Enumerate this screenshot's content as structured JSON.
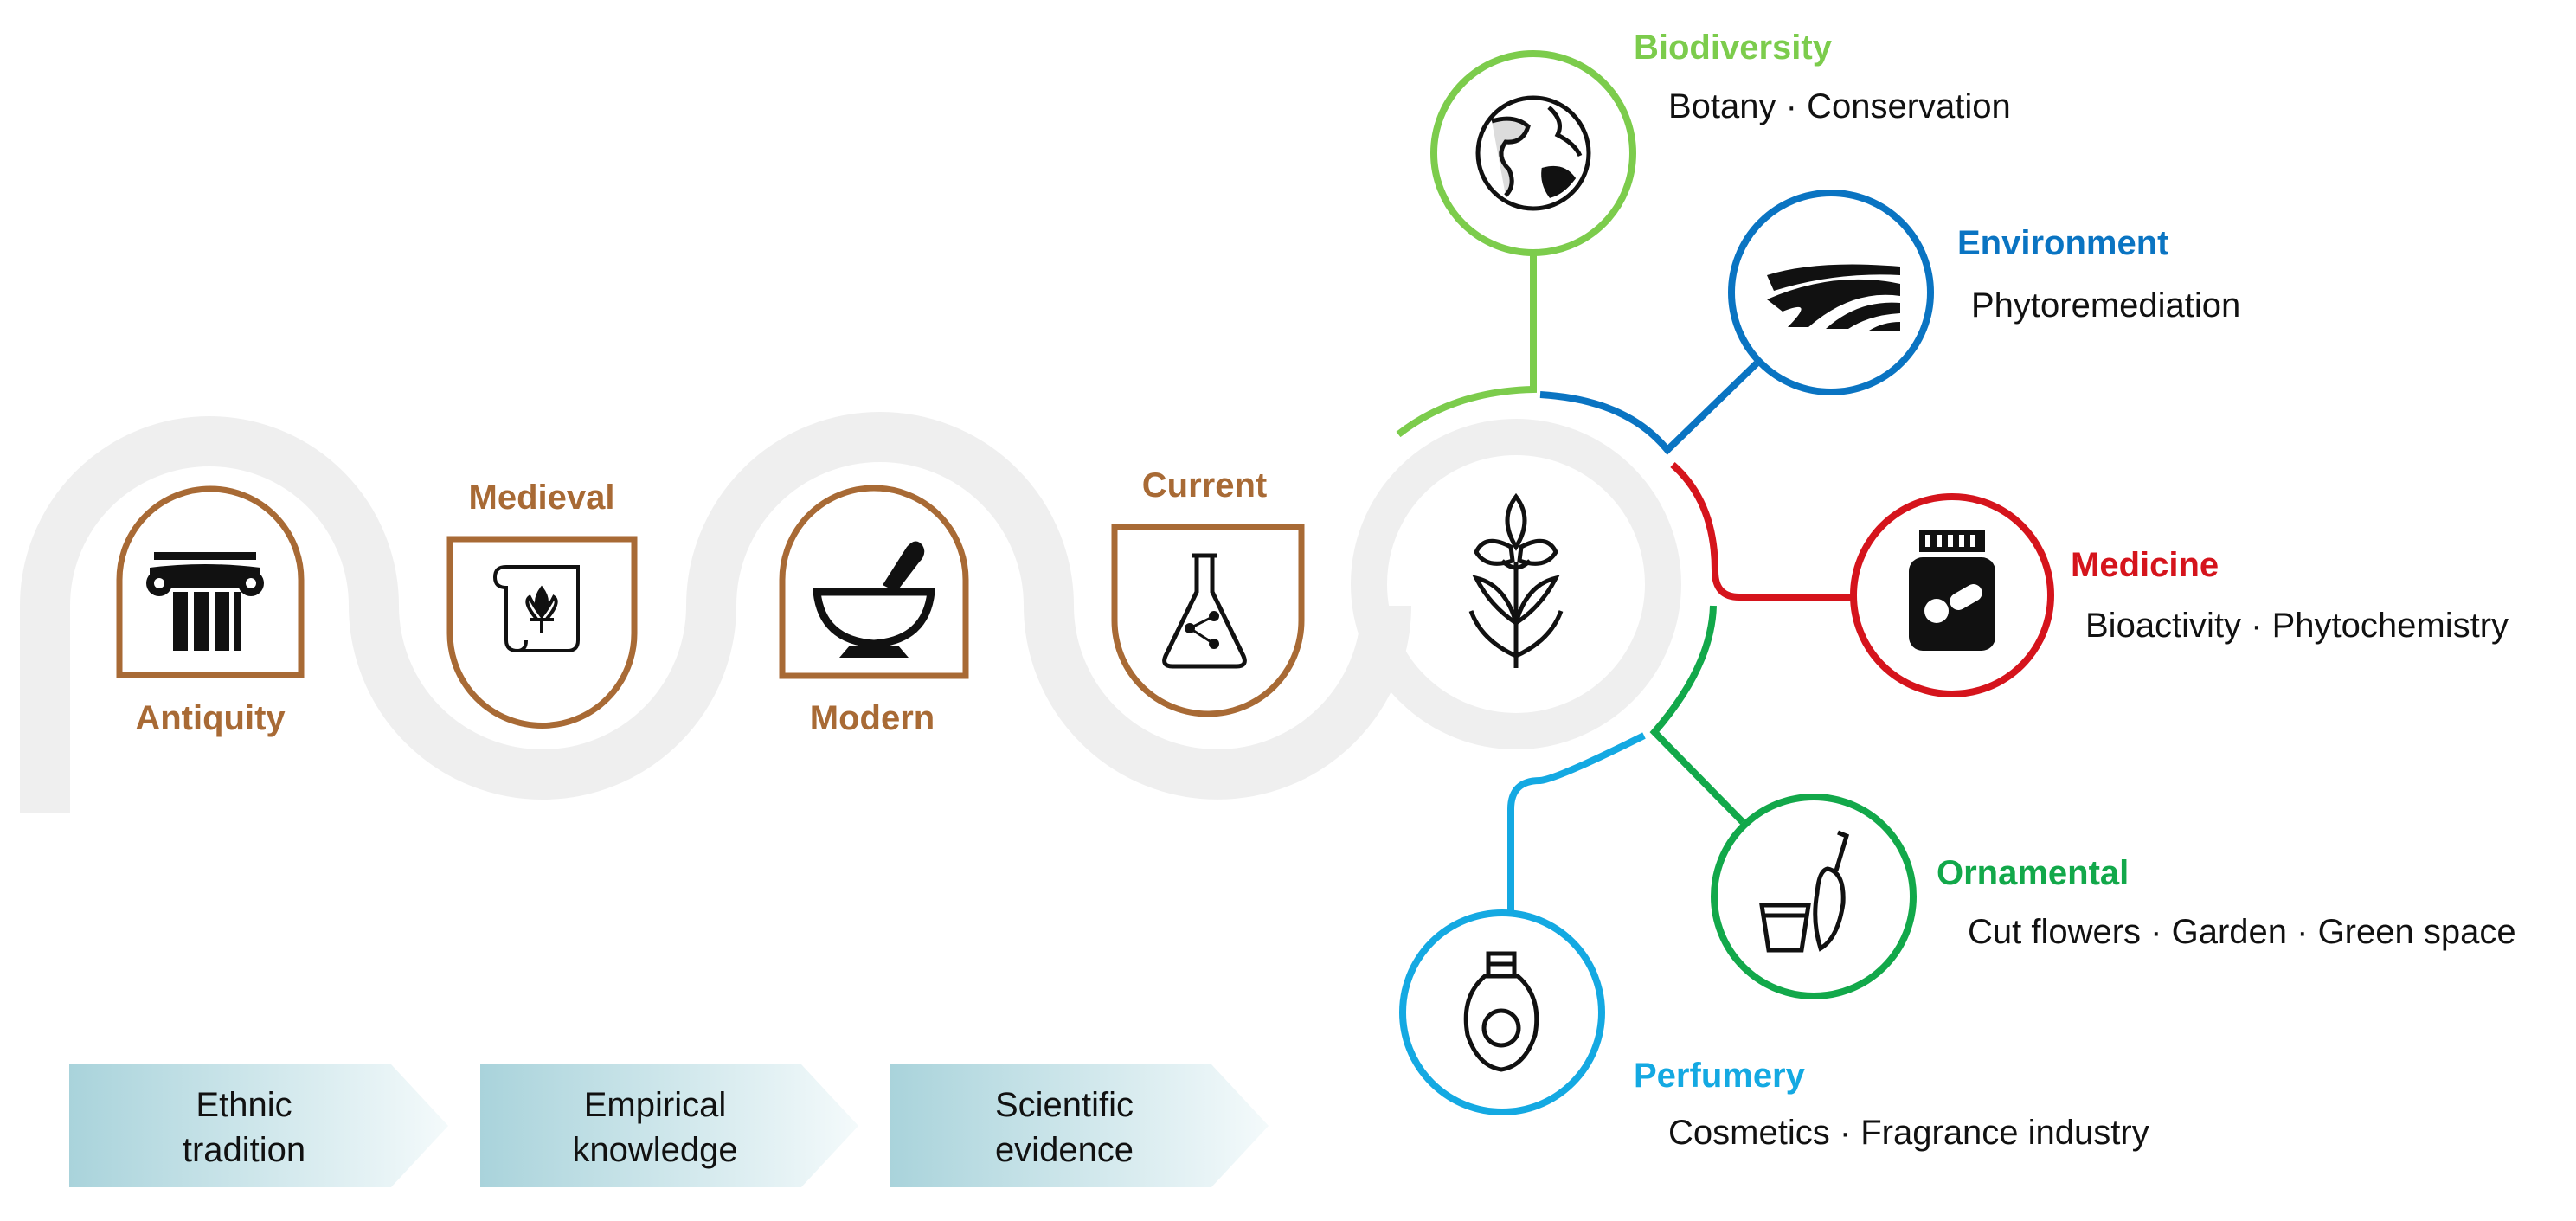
{
  "colors": {
    "era": "#a86a35",
    "path": "#efefef",
    "biodiversity": "#7ccc4c",
    "environment": "#0a74c2",
    "medicine": "#d5141c",
    "ornamental": "#12a84a",
    "perfumery": "#14a9e2",
    "arrow_start": "#a9d3db",
    "arrow_end": "#f4fafb"
  },
  "eras": [
    {
      "label": "Antiquity",
      "icon": "column-icon"
    },
    {
      "label": "Medieval",
      "icon": "scroll-fleur-de-lis-icon"
    },
    {
      "label": "Modern",
      "icon": "mortar-pestle-icon"
    },
    {
      "label": "Current",
      "icon": "flask-icon"
    }
  ],
  "center": {
    "icon": "iris-flower-icon"
  },
  "applications": [
    {
      "title": "Biodiversity",
      "description": "Botany · Conservation",
      "icon": "globe-icon"
    },
    {
      "title": "Environment",
      "description": "Phytoremediation",
      "icon": "fields-icon"
    },
    {
      "title": "Medicine",
      "description": "Bioactivity · Phytochemistry",
      "icon": "pill-bottle-icon"
    },
    {
      "title": "Ornamental",
      "description": "Cut flowers · Garden  · Green space",
      "icon": "trowel-pot-icon"
    },
    {
      "title": "Perfumery",
      "description": "Cosmetics · Fragrance industry",
      "icon": "perfume-bottle-icon"
    }
  ],
  "knowledge_arrows": [
    {
      "line1": "Ethnic",
      "line2": "tradition"
    },
    {
      "line1": "Empirical",
      "line2": "knowledge"
    },
    {
      "line1": "Scientific",
      "line2": "evidence"
    }
  ]
}
